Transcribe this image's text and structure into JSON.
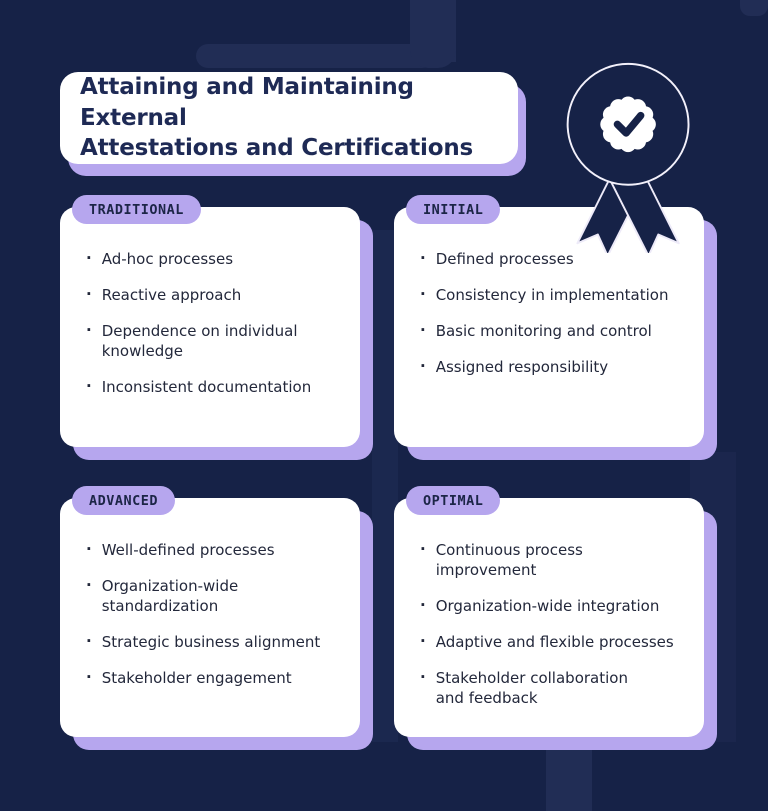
{
  "page": {
    "background_color": "#162247",
    "accent_color": "#B6A6EE",
    "card_color": "#FFFFFF",
    "title_text_color": "#1E2A55",
    "body_text_color": "#23283B"
  },
  "title": {
    "text": "Attaining and Maintaining External\nAttestations and Certifications"
  },
  "badge": {
    "icon": "award-ribbon-check-badge",
    "seal_color": "#FFFFFF",
    "check_color": "#162247",
    "outline_color": "#F3F1FB"
  },
  "bullet": "·",
  "cards": [
    {
      "label": "TRADITIONAL",
      "items": [
        "Ad-hoc processes",
        "Reactive approach",
        "Dependence on individual\nknowledge",
        "Inconsistent documentation"
      ]
    },
    {
      "label": "INITIAL",
      "items": [
        "Defined processes",
        "Consistency in implementation",
        "Basic monitoring and control",
        "Assigned responsibility"
      ]
    },
    {
      "label": "ADVANCED",
      "items": [
        "Well-defined processes",
        "Organization-wide\nstandardization",
        "Strategic business alignment",
        "Stakeholder engagement"
      ]
    },
    {
      "label": "OPTIMAL",
      "items": [
        "Continuous process\nimprovement",
        "Organization-wide integration",
        "Adaptive and flexible processes",
        "Stakeholder collaboration\nand feedback"
      ]
    }
  ]
}
